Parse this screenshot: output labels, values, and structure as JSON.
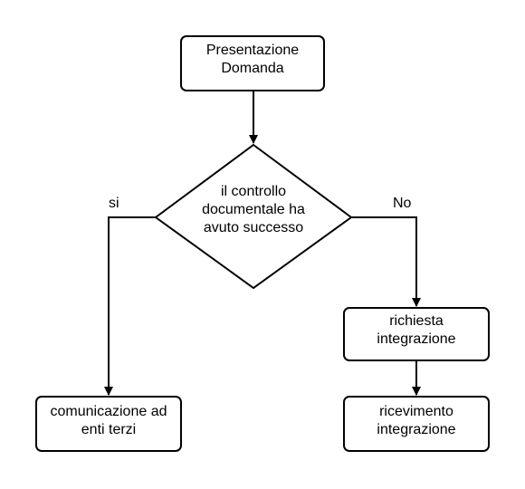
{
  "diagram": {
    "nodes": {
      "start": {
        "line1": "Presentazione",
        "line2": "Domanda"
      },
      "decision": {
        "line1": "il controllo",
        "line2": "documentale ha",
        "line3": "avuto successo"
      },
      "notify": {
        "line1": "comunicazione ad",
        "line2": "enti terzi"
      },
      "request": {
        "line1": "richiesta",
        "line2": "integrazione"
      },
      "receive": {
        "line1": "ricevimento",
        "line2": "integrazione"
      }
    },
    "edge_labels": {
      "yes": "si",
      "no": "No"
    }
  },
  "colors": {
    "stroke": "#000000",
    "fill": "#ffffff",
    "text": "#000000"
  }
}
